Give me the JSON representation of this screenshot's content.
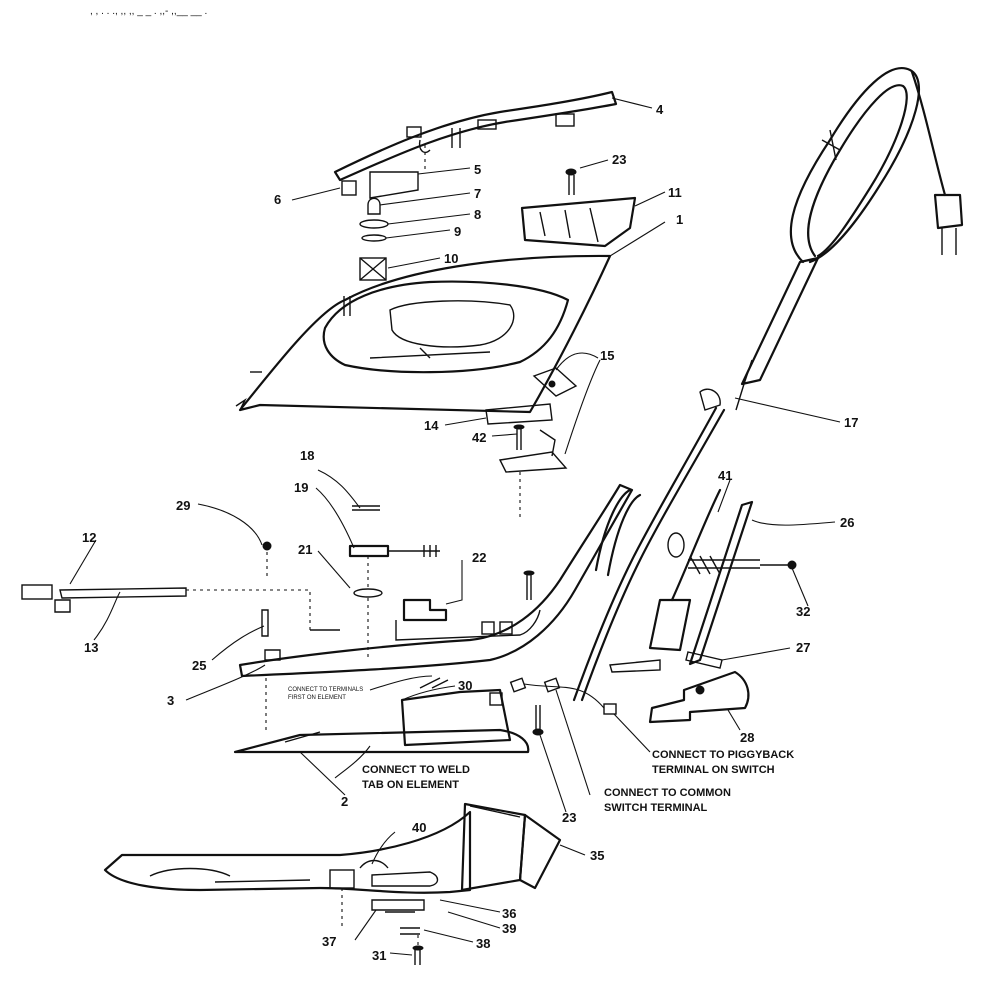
{
  "header_fragment": ", , .    . ., ,, ,, _ _ . ,,- ,,__  __ .",
  "callouts": [
    "1",
    "2",
    "3",
    "4",
    "5",
    "6",
    "7",
    "8",
    "9",
    "10",
    "11",
    "12",
    "13",
    "14",
    "15",
    "17",
    "18",
    "19",
    "21",
    "22",
    "23",
    "23",
    "25",
    "26",
    "27",
    "28",
    "29",
    "30",
    "31",
    "32",
    "35",
    "36",
    "37",
    "38",
    "39",
    "40",
    "41",
    "42"
  ],
  "notes": {
    "weld_tab": [
      "CONNECT TO WELD",
      "TAB ON ELEMENT"
    ],
    "piggyback": [
      "CONNECT TO PIGGYBACK",
      "TERMINAL ON SWITCH"
    ],
    "common": [
      "CONNECT TO COMMON",
      "SWITCH TERMINAL"
    ],
    "small_note": [
      "CONNECT TO TERMINALS",
      "FIRST ON ELEMENT"
    ]
  }
}
